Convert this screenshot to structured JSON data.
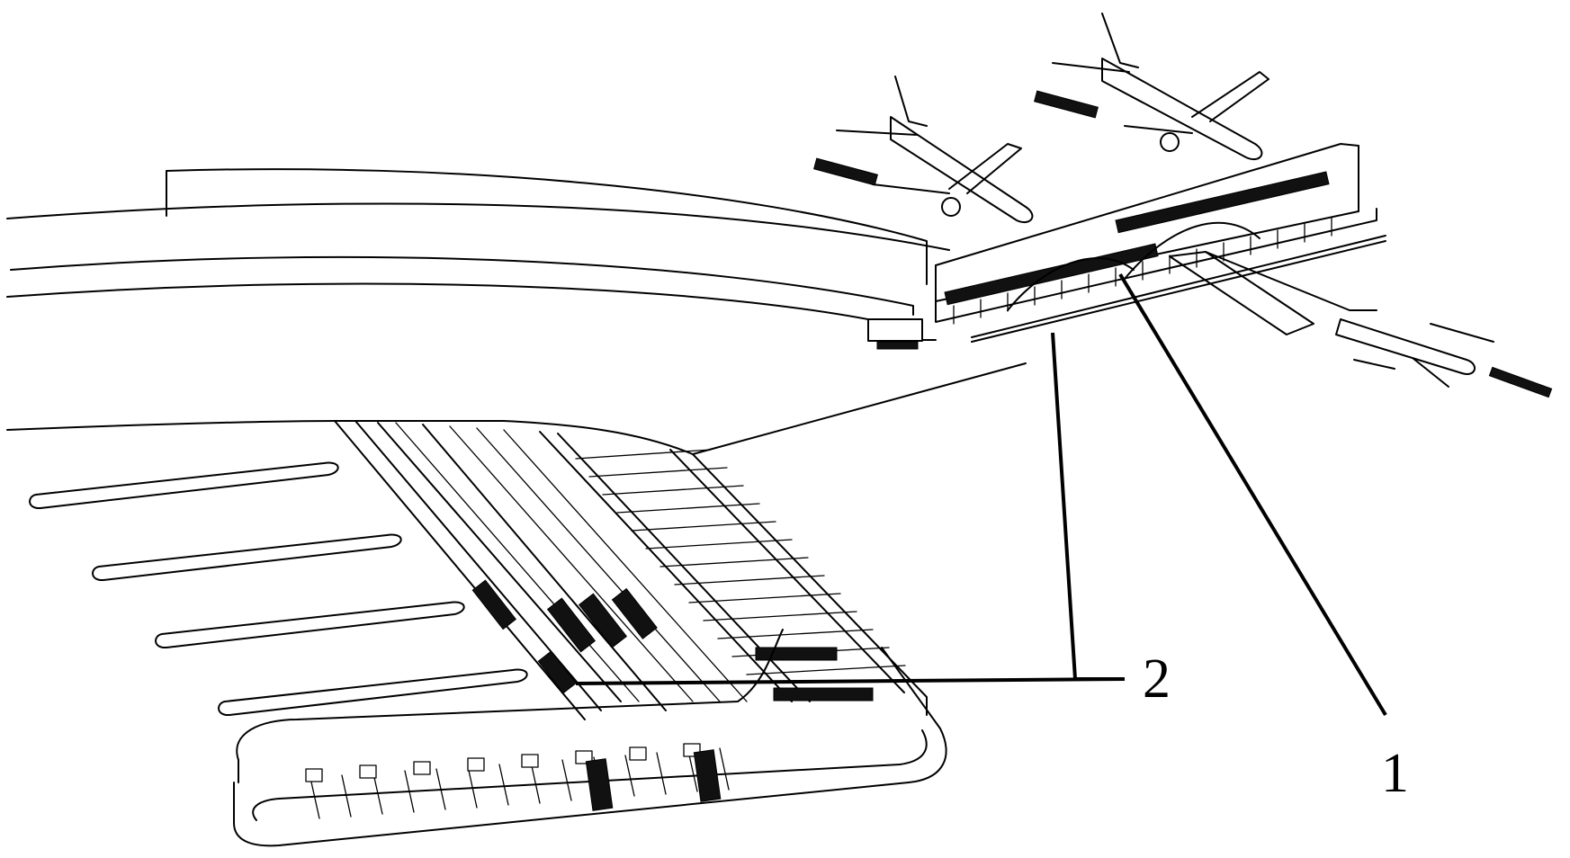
{
  "callouts": [
    {
      "id": "1",
      "label": "1"
    },
    {
      "id": "2",
      "label": "2"
    }
  ],
  "colors": {
    "line": "#000000",
    "background": "#ffffff",
    "hatch": "#111111"
  }
}
